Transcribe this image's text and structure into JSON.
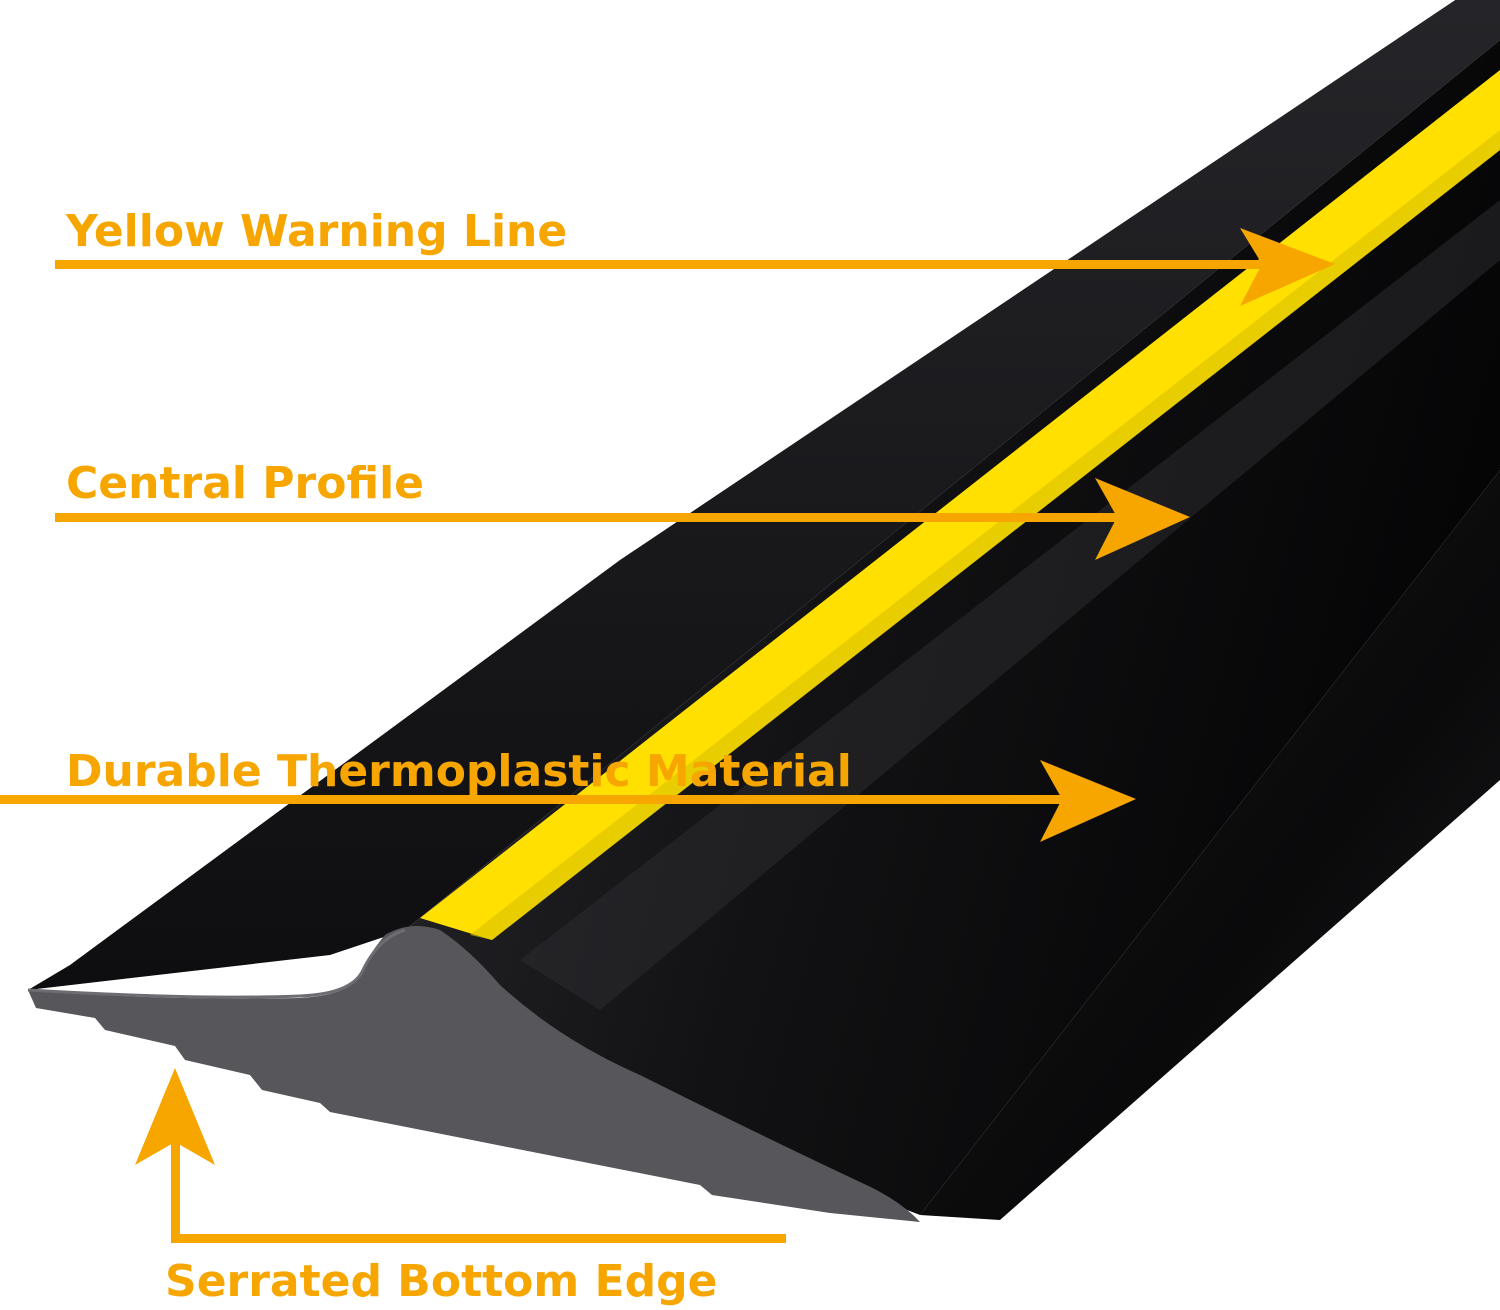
{
  "colors": {
    "accent": "#F7A600",
    "yellow_line": "#FFE000",
    "strip_dark": "#0d0d0f",
    "strip_mid": "#1d1d21",
    "strip_edge": "#56565b",
    "background": "#ffffff"
  },
  "callouts": {
    "yellow_warning_line": "Yellow Warning Line",
    "central_profile": "Central Profile",
    "durable_material": "Durable Thermoplastic Material",
    "serrated_bottom_edge": "Serrated Bottom Edge"
  }
}
